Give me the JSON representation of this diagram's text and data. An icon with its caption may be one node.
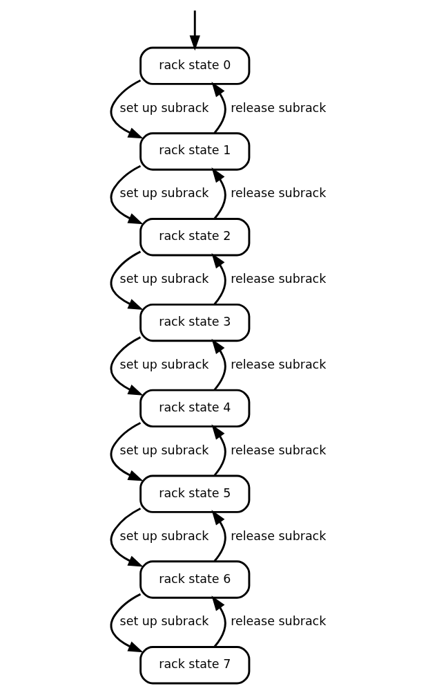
{
  "diagram": {
    "nodes": [
      {
        "text": [
          "rack state 0"
        ]
      },
      {
        "text": [
          "rack state 1"
        ]
      },
      {
        "text": [
          "rack state 2"
        ]
      },
      {
        "text": [
          "rack state 3"
        ]
      },
      {
        "text": [
          "rack state 4"
        ]
      },
      {
        "text": [
          "rack state 5"
        ]
      },
      {
        "text": [
          "rack state 6"
        ]
      },
      {
        "text": [
          "rack state 7"
        ]
      }
    ],
    "edges": [
      {
        "from": null,
        "to": 0,
        "arrow": "to"
      },
      {
        "from": 0,
        "to": 1,
        "arrow": "to",
        "label": "set up subrack"
      },
      {
        "from": 1,
        "to": 0,
        "arrow": "to",
        "label": "release subrack"
      },
      {
        "from": 1,
        "to": 2,
        "arrow": "to",
        "label": "set up subrack"
      },
      {
        "from": 2,
        "to": 1,
        "arrow": "to",
        "label": "release subrack"
      },
      {
        "from": 2,
        "to": 3,
        "arrow": "to",
        "label": "set up subrack"
      },
      {
        "from": 3,
        "to": 2,
        "arrow": "to",
        "label": "release subrack"
      },
      {
        "from": 3,
        "to": 4,
        "arrow": "to",
        "label": "set up subrack"
      },
      {
        "from": 4,
        "to": 3,
        "arrow": "to",
        "label": "release subrack"
      },
      {
        "from": 4,
        "to": 5,
        "arrow": "to",
        "label": "set up subrack"
      },
      {
        "from": 5,
        "to": 4,
        "arrow": "to",
        "label": "release subrack"
      },
      {
        "from": 5,
        "to": 6,
        "arrow": "to",
        "label": "set up subrack"
      },
      {
        "from": 6,
        "to": 5,
        "arrow": "to",
        "label": "release subrack"
      },
      {
        "from": 6,
        "to": 7,
        "arrow": "to",
        "label": "set up subrack"
      },
      {
        "from": 7,
        "to": 6,
        "arrow": "to",
        "label": "release subrack"
      }
    ]
  }
}
